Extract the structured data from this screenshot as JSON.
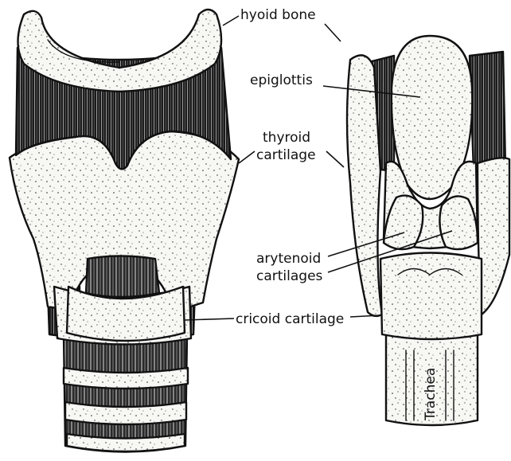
{
  "labels": {
    "hyoid_bone": "hyoid bone",
    "epiglottis": "epiglottis",
    "thyroid_cartilage_line1": "thyroid",
    "thyroid_cartilage_line2": "cartilage",
    "arytenoid_cartilages_line1": "arytenoid",
    "arytenoid_cartilages_line2": "cartilages",
    "cricoid_cartilage": "cricoid cartilage",
    "trachea": "Trachea"
  },
  "colors": {
    "ink": "#111111",
    "cartilage_fill": "#f7f7f4",
    "muscle_fill": "#1c1c1c",
    "background": "#ffffff"
  }
}
